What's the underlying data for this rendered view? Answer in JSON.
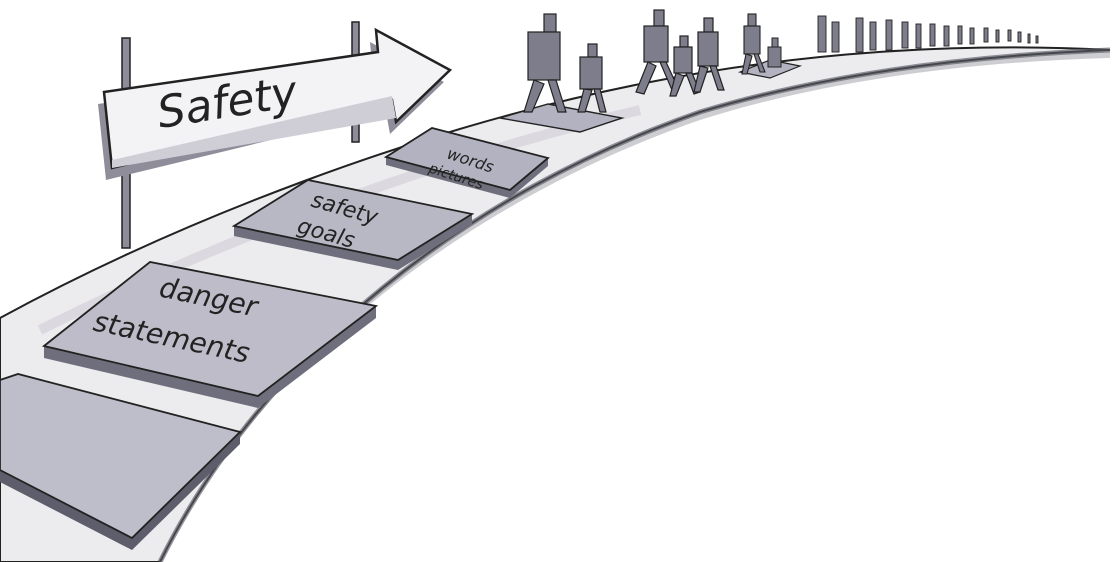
{
  "sign": {
    "label": "Safety"
  },
  "steps": [
    {
      "lines": [
        "words",
        "pictures"
      ]
    },
    {
      "lines": [
        "safety",
        "goals"
      ]
    },
    {
      "lines": [
        "danger",
        "statements"
      ]
    },
    {
      "lines": []
    }
  ],
  "colors": {
    "ink": "#222222",
    "road": "#ecebee",
    "road_shadow": "#9c9ba3",
    "step_top": "#b9b8c4",
    "step_side": "#7e7c8a",
    "figure": "#7d7d8c",
    "paper": "#ffffff"
  }
}
